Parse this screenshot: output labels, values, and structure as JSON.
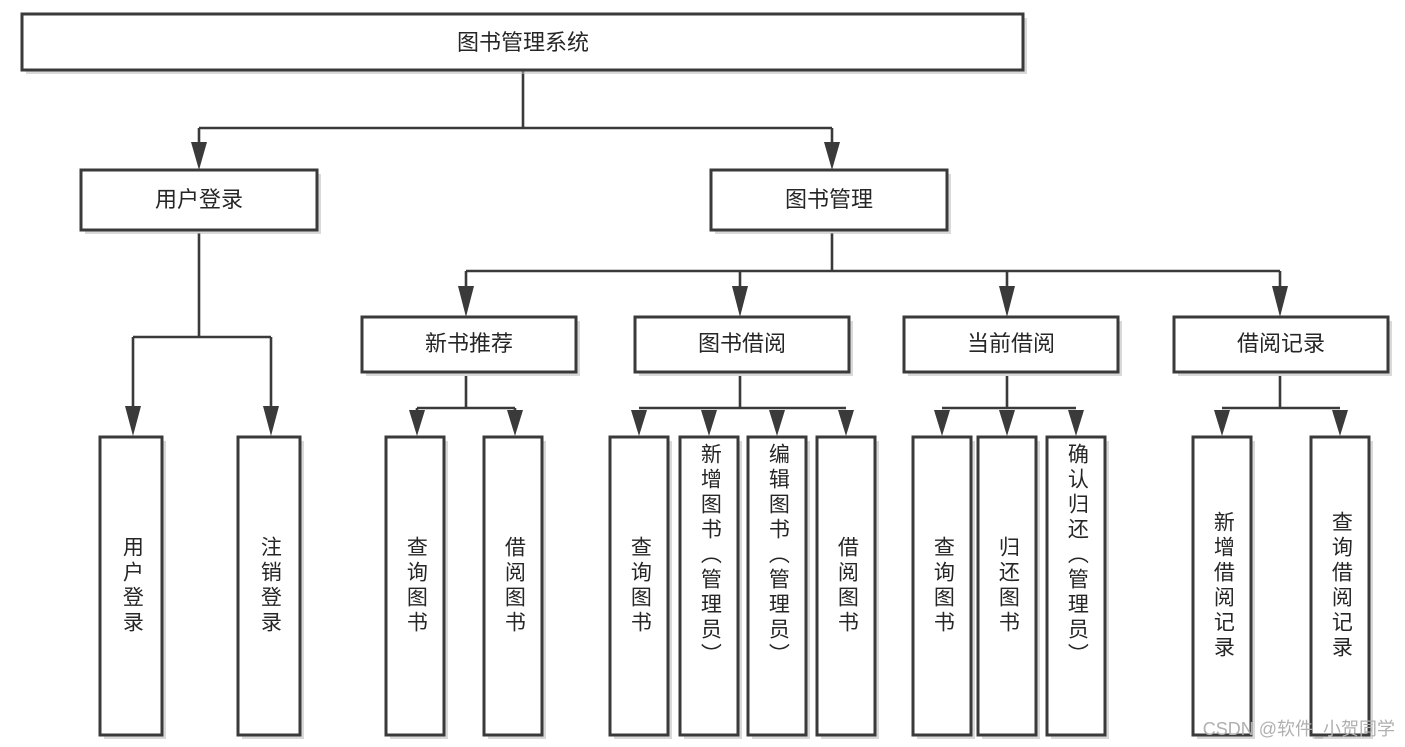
{
  "diagram": {
    "type": "tree",
    "title": "图书管理系统",
    "orientation": "top-down",
    "watermark": "CSDN @软件_小贺同学",
    "colors": {
      "box_fill": "#ffffff",
      "box_stroke": "#3a3a3a",
      "text": "#262626",
      "shadow": "#b9b9b9",
      "watermark": "#b0b0b0",
      "background": "#ffffff"
    },
    "root": {
      "label": "图书管理系统"
    },
    "level1": [
      {
        "label": "用户登录"
      },
      {
        "label": "图书管理"
      }
    ],
    "level2": [
      {
        "label": "新书推荐"
      },
      {
        "label": "图书借阅"
      },
      {
        "label": "当前借阅"
      },
      {
        "label": "借阅记录"
      }
    ],
    "leaves": {
      "user_login": [
        {
          "label": "用户登录"
        },
        {
          "label": "注销登录"
        }
      ],
      "new_book_recommend": [
        {
          "label": "查询图书"
        },
        {
          "label": "借阅图书"
        }
      ],
      "book_borrow": [
        {
          "label": "查询图书"
        },
        {
          "label": "新增图书（管理员）"
        },
        {
          "label": "编辑图书（管理员）"
        },
        {
          "label": "借阅图书"
        }
      ],
      "current_borrow": [
        {
          "label": "查询图书"
        },
        {
          "label": "归还图书"
        },
        {
          "label": "确认归还（管理员）"
        }
      ],
      "borrow_record": [
        {
          "label": "新增借阅记录"
        },
        {
          "label": "查询借阅记录"
        }
      ]
    }
  }
}
